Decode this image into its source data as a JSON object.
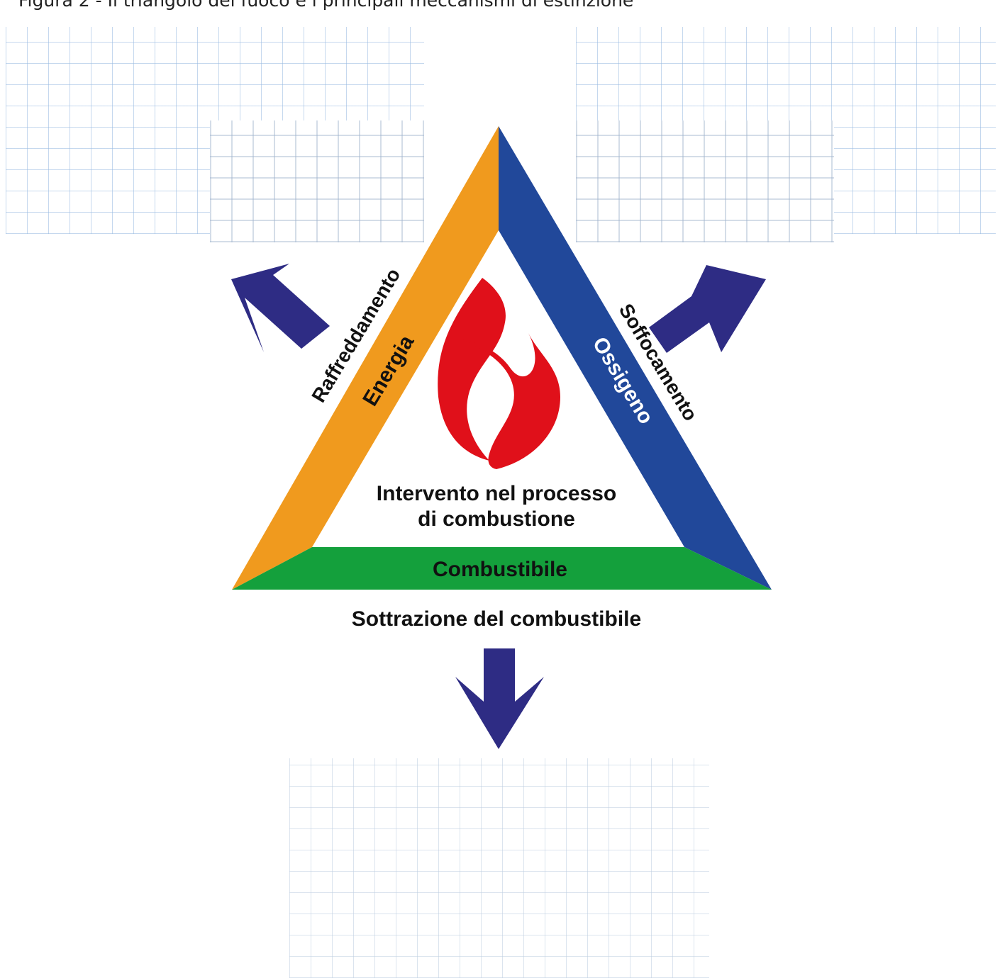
{
  "caption": "Figura 2 - Il triangolo del fuoco e i principali meccanismi di estinzione",
  "triangle": {
    "title_line1": "Intervento nel processo",
    "title_line2": "di combustione",
    "sides": {
      "left": {
        "label": "Energia",
        "color": "#f09a1e"
      },
      "right": {
        "label": "Ossigeno",
        "color": "#21489a"
      },
      "bottom": {
        "label": "Combustibile",
        "color": "#14a03c"
      }
    }
  },
  "mechanisms": {
    "left": "Raffreddamento",
    "right": "Soffocamento",
    "bottom": "Sottrazione del combustibile"
  },
  "colors": {
    "arrow": "#2e2c84",
    "flame": "#e0101a",
    "text": "#111111",
    "ossigeno_text": "#ffffff"
  },
  "icons": {
    "flame": "flame-icon",
    "arrow_left": "arrow-up-left-icon",
    "arrow_right": "arrow-up-right-icon",
    "arrow_down": "arrow-down-icon"
  }
}
